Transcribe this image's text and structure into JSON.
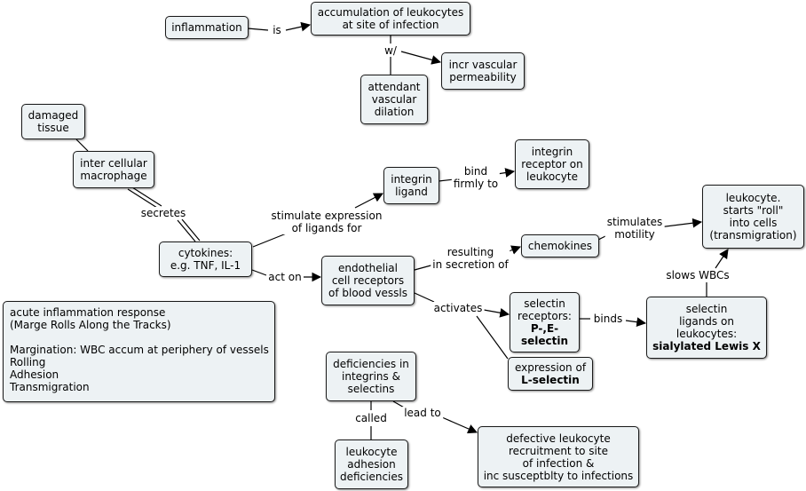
{
  "nodes": {
    "inflammation": [
      "inflammation"
    ],
    "accumulation": [
      "accumulation of leukocytes",
      "at site of infection"
    ],
    "incr_vascular": [
      "incr vascular",
      "permeability"
    ],
    "attendant": [
      "attendant",
      "vascular",
      "dilation"
    ],
    "damaged_tissue": [
      "damaged",
      "tissue"
    ],
    "macrophage": [
      "inter cellular",
      "macrophage"
    ],
    "integrin_ligand": [
      "integrin",
      "ligand"
    ],
    "integrin_receptor": [
      "integrin",
      "receptor on",
      "leukocyte"
    ],
    "leukocyte_roll": [
      "leukocyte.",
      "starts \"roll\"",
      "into cells",
      "(transmigration)"
    ],
    "cytokines": [
      "cytokines:",
      "e.g. TNF, IL-1"
    ],
    "chemokines": [
      "chemokines"
    ],
    "endothelial": [
      "endothelial",
      "cell receptors",
      "of blood vessls"
    ],
    "selectin_ligands": [
      "selectin",
      "ligands on",
      "leukocytes:"
    ],
    "selectin_ligands_bold": "sialylated Lewis X",
    "selectin_receptors": [
      "selectin",
      "receptors:"
    ],
    "selectin_receptors_bold": [
      "P-,E-",
      "selectin"
    ],
    "expression": [
      "expression of"
    ],
    "expression_bold": "L-selectin",
    "summary": [
      "acute inflammation response",
      "(Marge Rolls Along the Tracks)",
      "",
      "Margination: WBC accum at periphery of vessels",
      "Rolling",
      "Adhesion",
      "Transmigration"
    ],
    "deficiencies": [
      "deficiencies in",
      "integrins &",
      "selectins"
    ],
    "lad": [
      "leukocyte",
      "adhesion",
      "deficiencies"
    ],
    "defective": [
      "defective leukocyte",
      "recruitment to site",
      "of infection &",
      "inc susceptblty to infections"
    ]
  },
  "links": {
    "is": [
      "is"
    ],
    "w": [
      "w/"
    ],
    "secretes": [
      "secretes"
    ],
    "stimulate_expression": [
      "stimulate expression",
      "of ligands for"
    ],
    "bind_firmly": [
      "bind",
      "firmly to"
    ],
    "stimulates_motility": [
      "stimulates",
      "motility"
    ],
    "act_on": [
      "act on"
    ],
    "resulting": [
      "resulting",
      "in secretion of"
    ],
    "activates": [
      "activates"
    ],
    "binds": [
      "binds"
    ],
    "slows": [
      "slows WBCs"
    ],
    "called": [
      "called"
    ],
    "lead_to": [
      "lead to"
    ]
  }
}
